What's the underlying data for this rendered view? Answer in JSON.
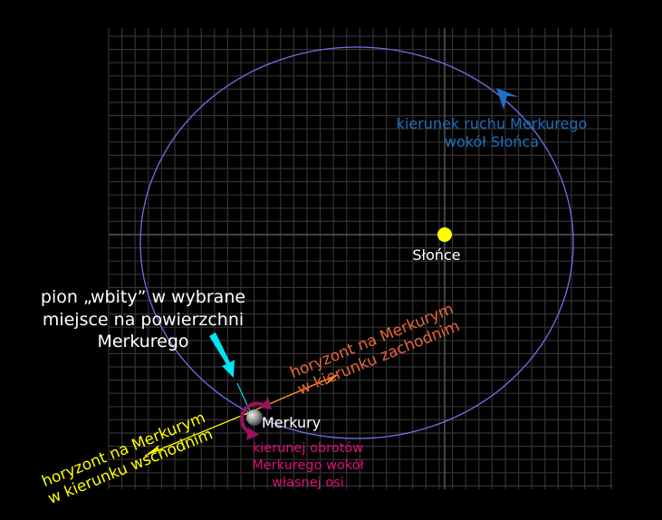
{
  "labels": {
    "sun": "Słońce",
    "mercury": "Merkury",
    "orbit_direction": [
      "kierunek ruchu Merkurego",
      "wokół Słońca"
    ],
    "plumb": [
      "pion „wbity” w wybrane",
      "miejsce na powierzchni",
      "Merkurego"
    ],
    "horizon_west": [
      "horyzont na Merkurym",
      "w kierunku zachodnim"
    ],
    "horizon_east": [
      "horyzont na Merkurym",
      "w kierunku wschodnim"
    ],
    "rotation": [
      "kierunej obrotów",
      "Merkurego wokół",
      "własnej osi"
    ]
  },
  "colors": {
    "background": "#000000",
    "grid": "#333333",
    "axis": "#555555",
    "orbit": "#7070ee",
    "sun": "#ffff00",
    "orbit_direction": "#1e6fc0",
    "plumb": "#00e5f0",
    "horizon_west": "#e8663a",
    "horizon_west_line": "#ff9a20",
    "horizon_east": "#ffff00",
    "rotation": "#e0107a",
    "rotation_arrow": "#9a1060"
  }
}
